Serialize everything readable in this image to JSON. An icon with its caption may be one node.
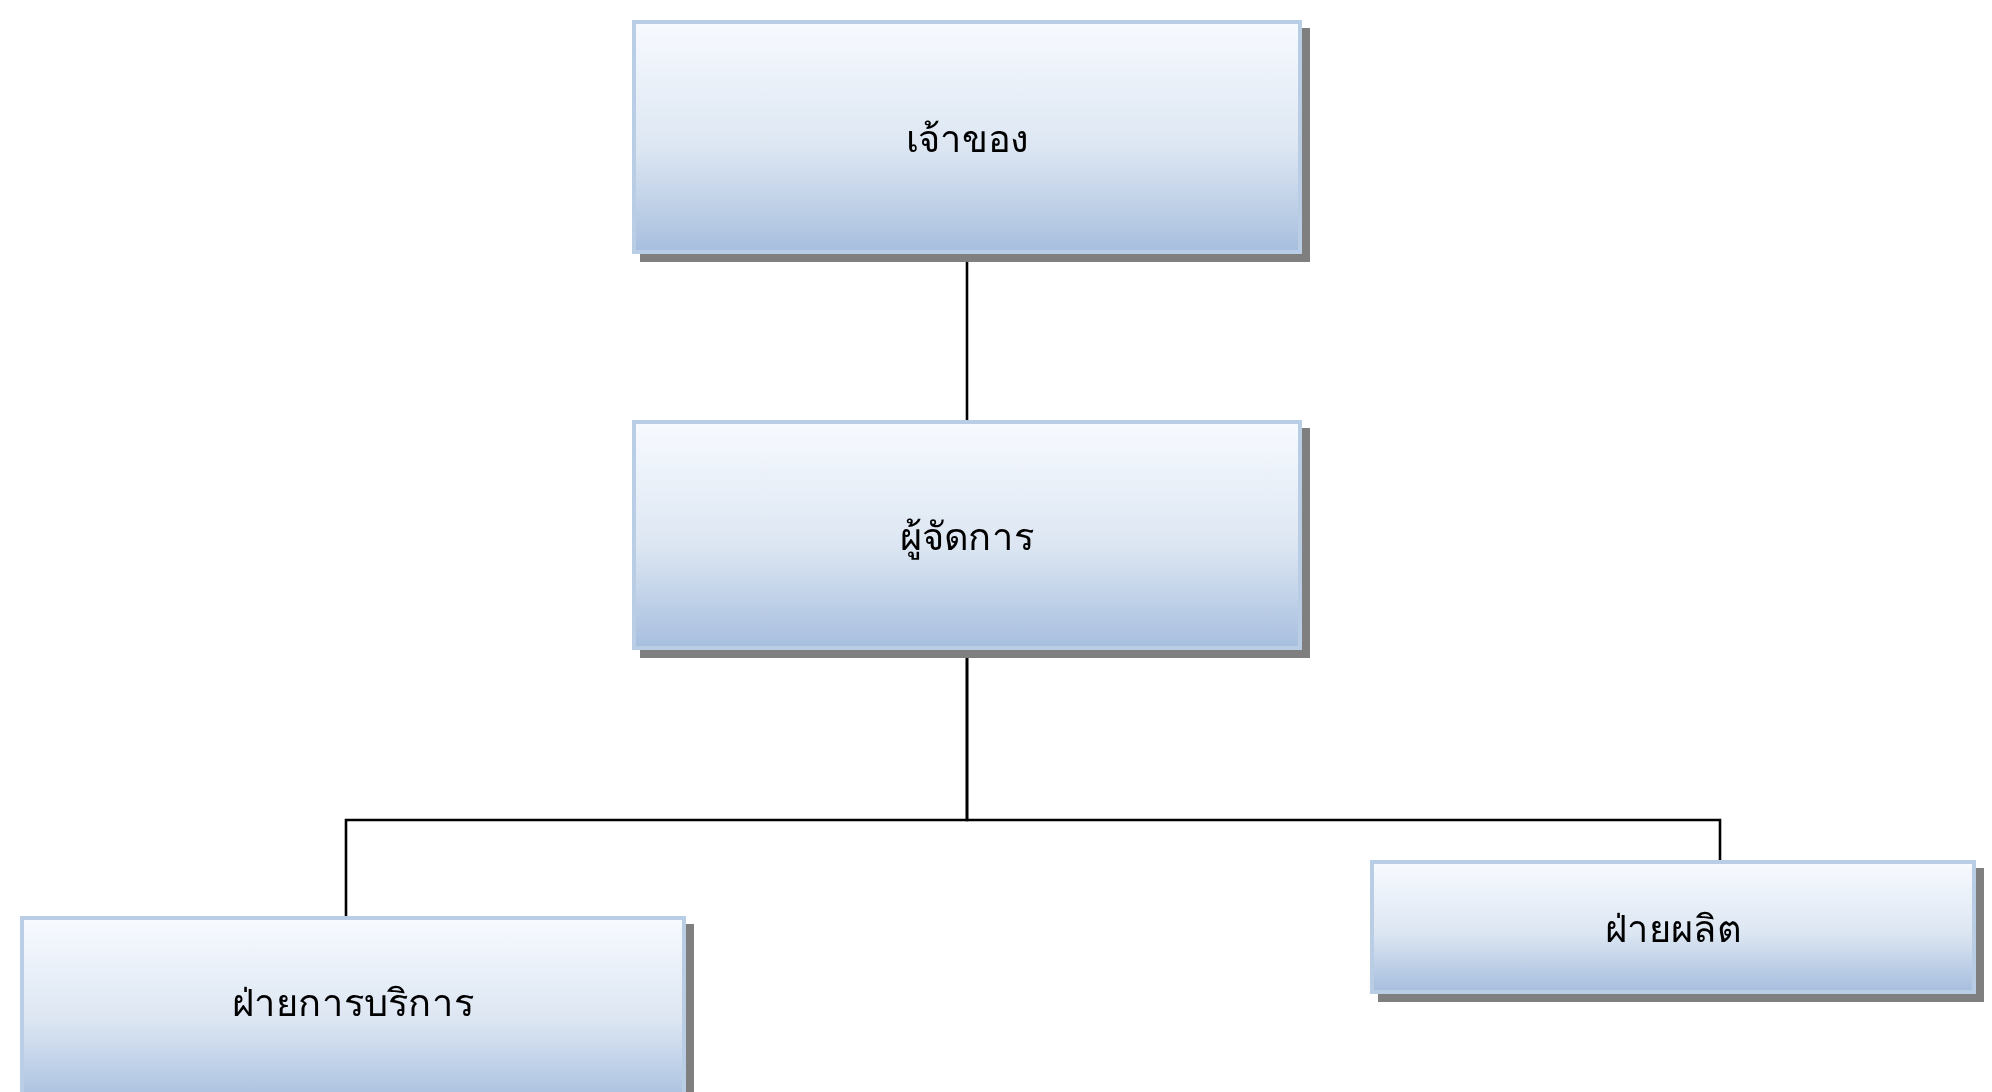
{
  "diagram": {
    "nodes": [
      {
        "text": [
          "เจ้าของ"
        ]
      },
      {
        "text": [
          "ผู้จัดการ"
        ]
      },
      {
        "text": [
          "ฝ่ายการบริการ"
        ]
      },
      {
        "text": [
          "ฝ่ายผลิต"
        ]
      }
    ],
    "edges": [
      {
        "from": 0,
        "to": 1,
        "arrow": "none"
      },
      {
        "from": 1,
        "to": 2,
        "arrow": "none"
      },
      {
        "from": 1,
        "to": 3,
        "arrow": "none"
      }
    ]
  }
}
